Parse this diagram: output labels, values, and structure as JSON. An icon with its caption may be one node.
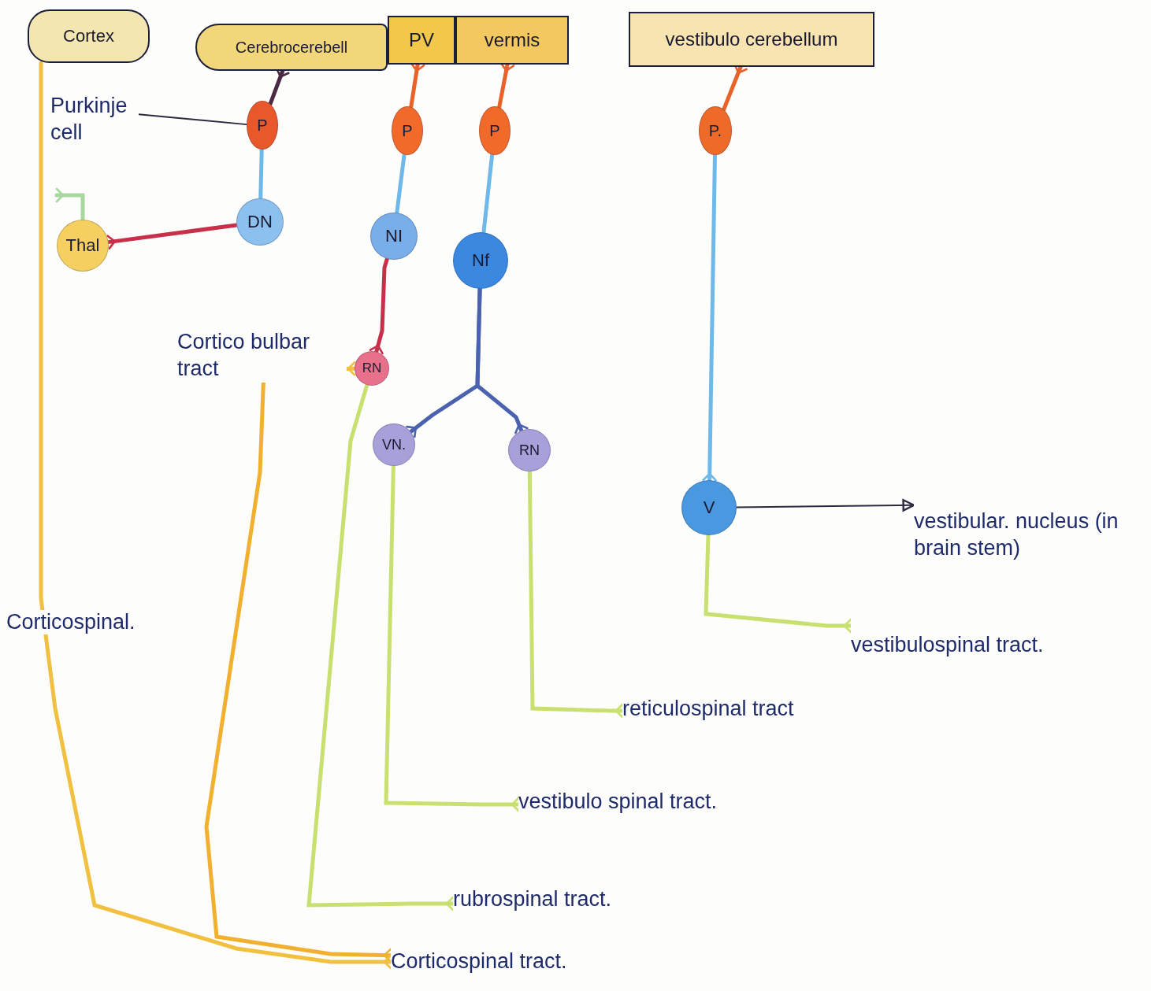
{
  "diagram": {
    "nodes": [
      {
        "text": [
          "Cortex"
        ]
      },
      {
        "text": [
          "Cerebrocerebell"
        ]
      },
      {
        "text": [
          "PV"
        ]
      },
      {
        "text": [
          "vermis"
        ]
      },
      {
        "text": [
          "vestibulo cerebellum"
        ]
      },
      {
        "text": [
          "P"
        ]
      },
      {
        "text": [
          "P"
        ]
      },
      {
        "text": [
          "P"
        ]
      },
      {
        "text": [
          "P."
        ]
      },
      {
        "text": [
          "DN"
        ]
      },
      {
        "text": [
          "NI"
        ]
      },
      {
        "text": [
          "Nf"
        ]
      },
      {
        "text": [
          "Thal"
        ]
      },
      {
        "text": [
          "RN"
        ]
      },
      {
        "text": [
          "VN."
        ]
      },
      {
        "text": [
          "RN"
        ]
      },
      {
        "text": [
          "V"
        ]
      },
      {
        "text": [
          "Purkinje cell"
        ]
      },
      {
        "text": [
          "Cortico bulbar tract"
        ]
      },
      {
        "text": [
          "vestibular. nucleus (in brain stem)"
        ]
      },
      {
        "text": [
          "vestibulospinal tract."
        ]
      },
      {
        "text": [
          "reticulospinal tract"
        ]
      },
      {
        "text": [
          "vestibulo spinal tract."
        ]
      },
      {
        "text": [
          "rubrospinal tract."
        ]
      },
      {
        "text": [
          "Corticospinal tract."
        ]
      }
    ],
    "edges": [
      {
        "from": 5,
        "to": 1,
        "arrow": "other",
        "color": "#4a2a45"
      },
      {
        "from": 6,
        "to": 2,
        "arrow": "other",
        "color": "#e8622a"
      },
      {
        "from": 7,
        "to": 3,
        "arrow": "other",
        "color": "#e8622a"
      },
      {
        "from": 8,
        "to": 4,
        "arrow": "other",
        "color": "#e8622a"
      },
      {
        "from": 5,
        "to": 9,
        "arrow": "none",
        "color": "#6fb8ea"
      },
      {
        "from": 6,
        "to": 10,
        "arrow": "none",
        "color": "#6fb8ea"
      },
      {
        "from": 7,
        "to": 11,
        "arrow": "none",
        "color": "#6fb8ea"
      },
      {
        "from": 8,
        "to": 16,
        "arrow": "other",
        "color": "#6fb8ea"
      },
      {
        "from": 9,
        "to": 12,
        "arrow": "other",
        "color": "#c8304a"
      },
      {
        "from": 12,
        "to": null,
        "arrow": "other",
        "color": "#a8d8a0"
      },
      {
        "from": 10,
        "to": 13,
        "arrow": "other",
        "color": "#c8304a"
      },
      {
        "from": 11,
        "to": 14,
        "arrow": "other",
        "color": "#4a62b0"
      },
      {
        "from": 11,
        "to": 15,
        "arrow": "other",
        "color": "#4a62b0"
      },
      {
        "from": 16,
        "to": 19,
        "arrow": "to",
        "color": "#2a2a40"
      },
      {
        "from": 16,
        "to": 20,
        "arrow": "other",
        "color": "#c8e070"
      },
      {
        "from": 15,
        "to": 21,
        "arrow": "other",
        "color": "#c8e070"
      },
      {
        "from": 14,
        "to": 22,
        "arrow": "other",
        "color": "#c8e070"
      },
      {
        "from": 13,
        "to": 23,
        "arrow": "other",
        "color": "#c8e070"
      },
      {
        "from": 18,
        "to": 13,
        "arrow": "other",
        "color": "#f2c040"
      },
      {
        "from": 18,
        "to": 24,
        "arrow": "other",
        "color": "#f2b030"
      },
      {
        "from": 0,
        "to": 24,
        "arrow": "other",
        "color": "#f2c040"
      },
      {
        "from": 17,
        "to": 5,
        "arrow": "none",
        "color": "#2a2a40"
      }
    ],
    "labels": [
      "Corticospinal."
    ]
  }
}
